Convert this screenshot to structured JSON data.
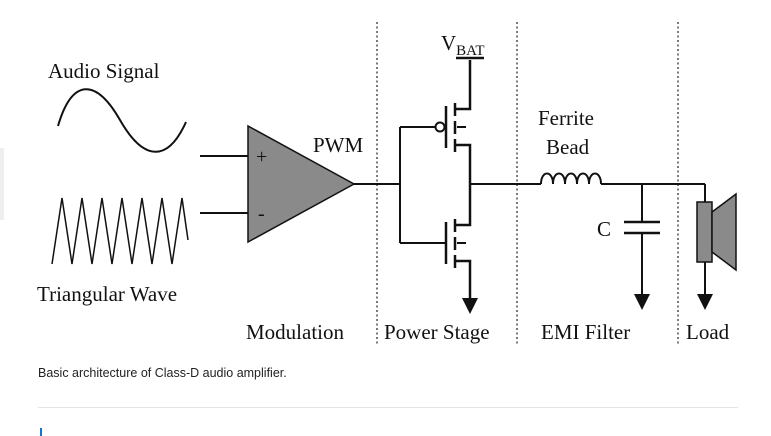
{
  "diagram": {
    "labels": {
      "audio_signal": "Audio Signal",
      "triangular_wave": "Triangular Wave",
      "pwm": "PWM",
      "plus": "+",
      "minus": "-",
      "vbat_main": "V",
      "vbat_sub": "BAT",
      "ferrite_line1": "Ferrite",
      "ferrite_line2": "Bead",
      "capacitor": "C",
      "stage_modulation": "Modulation",
      "stage_power": "Power Stage",
      "stage_emi": "EMI Filter",
      "stage_load": "Load"
    },
    "colors": {
      "amp_fill": "#8a8a8a",
      "speaker_fill": "#8a8a8a",
      "line": "#111111"
    }
  },
  "caption": "Basic architecture of Class-D audio amplifier."
}
